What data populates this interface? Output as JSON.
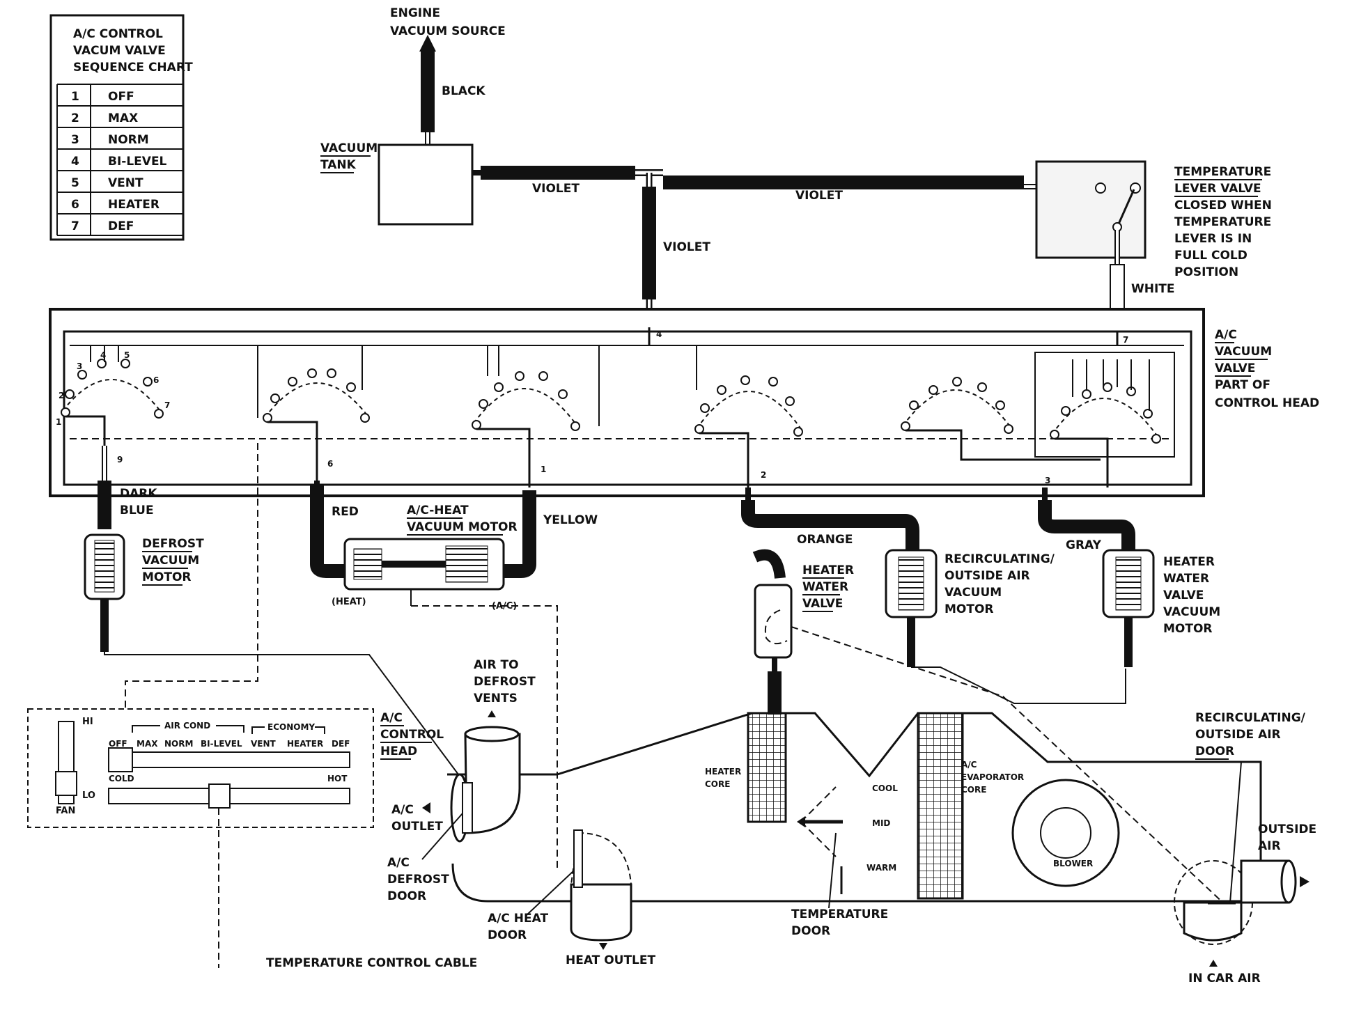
{
  "sequence_chart": {
    "title_lines": [
      "A/C CONTROL",
      "VACUM VALVE",
      "SEQUENCE CHART"
    ],
    "rows": [
      {
        "num": "1",
        "label": "OFF"
      },
      {
        "num": "2",
        "label": "MAX"
      },
      {
        "num": "3",
        "label": "NORM"
      },
      {
        "num": "4",
        "label": "BI-LEVEL"
      },
      {
        "num": "5",
        "label": "VENT"
      },
      {
        "num": "6",
        "label": "HEATER"
      },
      {
        "num": "7",
        "label": "DEF"
      }
    ]
  },
  "engine_source": {
    "line1": "ENGINE",
    "line2": "VACUUM SOURCE"
  },
  "hoses": {
    "black": "BLACK",
    "violet_left": "VIOLET",
    "violet_right": "VIOLET",
    "violet_down": "VIOLET",
    "white": "WHITE",
    "dark_blue_1": "DARK",
    "dark_blue_2": "BLUE",
    "red": "RED",
    "yellow": "YELLOW",
    "orange": "ORANGE",
    "gray": "GRAY"
  },
  "vacuum_tank": {
    "line1": "VACUUM",
    "line2": "TANK"
  },
  "temp_lever_valve": {
    "lines": [
      "TEMPERATURE",
      "LEVER VALVE",
      "CLOSED WHEN",
      "TEMPERATURE",
      "LEVER IS IN",
      "FULL COLD",
      "POSITION"
    ]
  },
  "control_head_label": {
    "lines": [
      "A/C",
      "VACUUM",
      "VALVE",
      "PART OF",
      "CONTROL HEAD"
    ]
  },
  "port_numbers": {
    "p4": "4",
    "p7": "7",
    "p9": "9",
    "p6": "6",
    "p1": "1",
    "p2": "2",
    "p3": "3"
  },
  "valve_positions": [
    "1",
    "2",
    "3",
    "4",
    "5",
    "6",
    "7"
  ],
  "defrost_motor": {
    "lines": [
      "DEFROST",
      "VACUUM",
      "MOTOR"
    ]
  },
  "ac_heat_motor": {
    "line1": "A/C-HEAT",
    "line2": "VACUUM MOTOR",
    "heat": "(HEAT)",
    "ac": "(A/C)"
  },
  "heater_water_valve": {
    "lines": [
      "HEATER",
      "WATER",
      "VALVE"
    ]
  },
  "recirc_motor": {
    "lines": [
      "RECIRCULATING/",
      "OUTSIDE AIR",
      "VACUUM",
      "MOTOR"
    ]
  },
  "hwv_motor": {
    "lines": [
      "HEATER",
      "WATER",
      "VALVE",
      "VACUUM",
      "MOTOR"
    ]
  },
  "control_head": {
    "label_lines": [
      "A/C",
      "CONTROL",
      "HEAD"
    ],
    "fan": {
      "hi": "HI",
      "lo": "LO",
      "label": "FAN"
    },
    "air_cond": "AIR COND",
    "economy": "ECONOMY",
    "modes": [
      "OFF",
      "MAX",
      "NORM",
      "BI-LEVEL",
      "VENT",
      "HEATER",
      "DEF"
    ],
    "cold": "COLD",
    "hot": "HOT"
  },
  "air_system": {
    "air_to_defrost": [
      "AIR TO",
      "DEFROST",
      "VENTS"
    ],
    "ac_outlet": [
      "A/C",
      "OUTLET"
    ],
    "ac_defrost_door": [
      "A/C",
      "DEFROST",
      "DOOR"
    ],
    "ac_heat_door": [
      "A/C HEAT",
      "DOOR"
    ],
    "heat_outlet": "HEAT OUTLET",
    "temp_cable": "TEMPERATURE CONTROL CABLE",
    "heater_core": [
      "HEATER",
      "CORE"
    ],
    "cool": "COOL",
    "mid": "MID",
    "warm": "WARM",
    "temperature_door": [
      "TEMPERATURE",
      "DOOR"
    ],
    "evap_core": [
      "A/C",
      "EVAPORATOR",
      "CORE"
    ],
    "blower": "BLOWER",
    "recirc_door": [
      "RECIRCULATING/",
      "OUTSIDE AIR",
      "DOOR"
    ],
    "outside_air": [
      "OUTSIDE",
      "AIR"
    ],
    "in_car_air": "IN CAR AIR"
  },
  "colors": {
    "ink": "#111111",
    "paper": "#ffffff"
  }
}
